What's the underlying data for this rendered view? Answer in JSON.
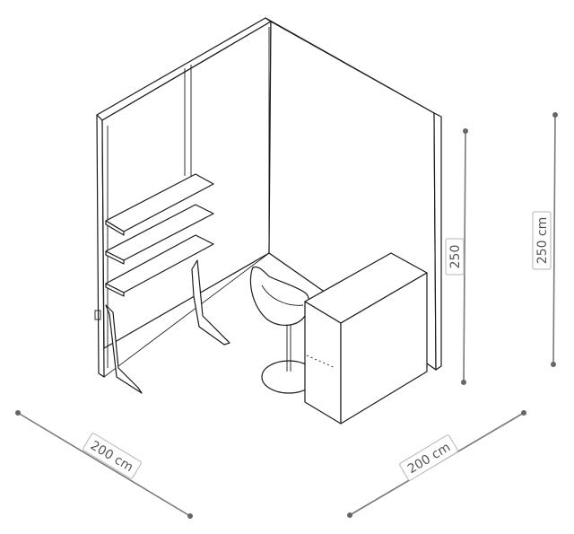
{
  "dimensions": {
    "width_label": "200 cm",
    "depth_label": "200 cm",
    "inner_height_label": "250",
    "outer_height_label": "250 cm"
  }
}
